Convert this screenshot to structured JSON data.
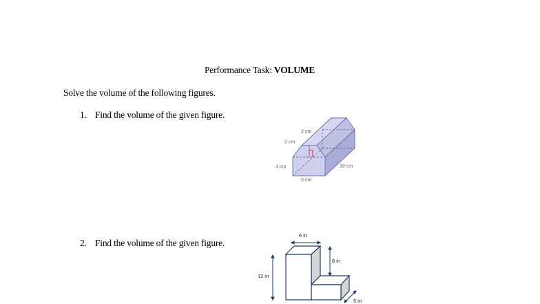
{
  "title": {
    "prefix": "Performance Task: ",
    "bold": "VOLUME"
  },
  "instructions": "Solve the volume of the following figures.",
  "items": [
    {
      "number": "1.",
      "text": "Find the volume of the given figure.",
      "labels": {
        "top_width": "2 cm",
        "roof_height": "2 cm",
        "height": "3 cm",
        "width": "5 cm",
        "length": "10 cm"
      }
    },
    {
      "number": "2.",
      "text": "Find the volume of the given figure.",
      "labels": {
        "top_width": "6 in",
        "step_height": "8 in",
        "height": "12 in",
        "depth": "5 in"
      }
    }
  ],
  "colors": {
    "prism_fill": "#c9cbe8",
    "prism_edge": "#6b6fb0",
    "right_angle": "#e03030",
    "box_edge": "#1f3a6b",
    "box_shade": "#d4d4d4"
  }
}
